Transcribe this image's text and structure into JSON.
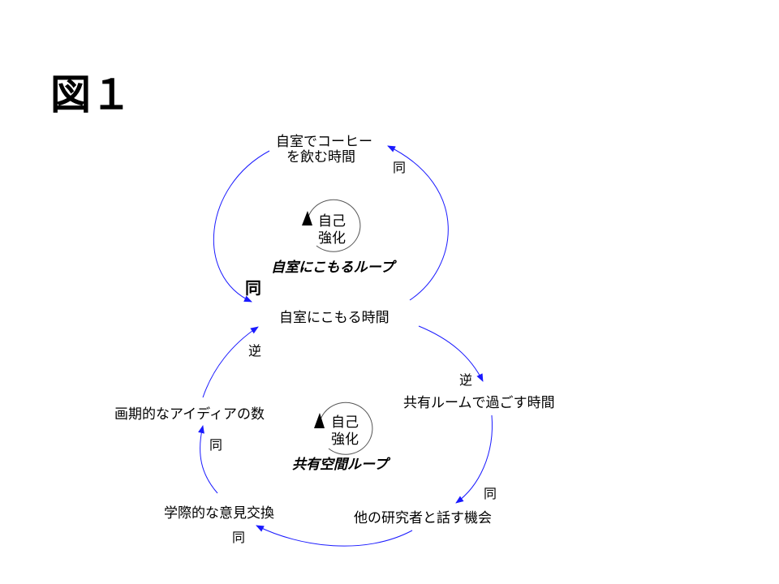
{
  "title": "図１",
  "nodes": {
    "coffee": [
      "自室でコーヒー",
      "を飲む時間"
    ],
    "room_time": "自室にこもる時間",
    "shared_time": "共有ルームで過ごす時間",
    "talk_chance": "他の研究者と話す機会",
    "exchange": "学際的な意見交換",
    "ideas": "画期的なアイディアの数"
  },
  "links": {
    "room_to_coffee": "同",
    "coffee_to_room": "同",
    "room_to_shared": "逆",
    "shared_to_talk": "同",
    "talk_to_exchange": "同",
    "exchange_to_ideas": "同",
    "ideas_to_room": "逆"
  },
  "loops": {
    "top": {
      "marker": [
        "自己",
        "強化"
      ],
      "name": "自室にこもるループ"
    },
    "bottom": {
      "marker": [
        "自己",
        "強化"
      ],
      "name": "共有空間ループ"
    }
  },
  "colors": {
    "arrow": "#1a1aff",
    "marker": "#555555"
  }
}
